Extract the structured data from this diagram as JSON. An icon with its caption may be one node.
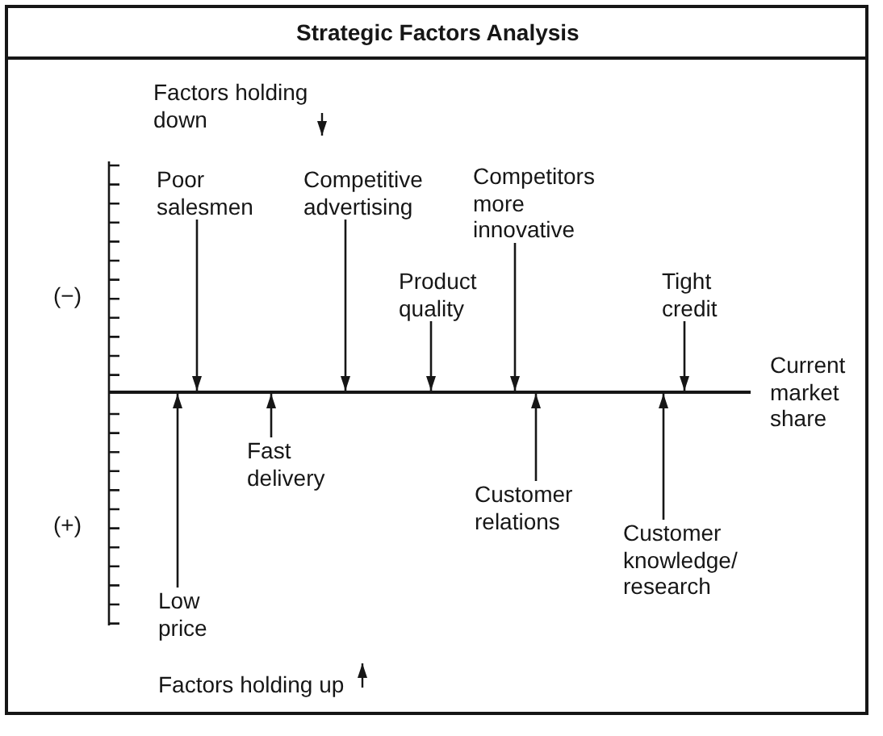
{
  "diagram": {
    "title": "Strategic Factors Analysis",
    "nodes": [
      {
        "text": [
          "Poor salesmen"
        ]
      },
      {
        "text": [
          "Competitive advertising"
        ]
      },
      {
        "text": [
          "Product quality"
        ]
      },
      {
        "text": [
          "Competitors more innovative"
        ]
      },
      {
        "text": [
          "Tight credit"
        ]
      },
      {
        "text": [],
        "shape": "line",
        "beside": [
          "Current market share"
        ]
      },
      {
        "text": [
          "Low price"
        ]
      },
      {
        "text": [
          "Fast delivery"
        ]
      },
      {
        "text": [
          "Customer relations"
        ]
      },
      {
        "text": [
          "Customer knowledge/ research"
        ]
      }
    ],
    "edges": [
      {
        "from": 0,
        "to": 5,
        "arrow": "to"
      },
      {
        "from": 1,
        "to": 5,
        "arrow": "to"
      },
      {
        "from": 2,
        "to": 5,
        "arrow": "to"
      },
      {
        "from": 3,
        "to": 5,
        "arrow": "to"
      },
      {
        "from": 4,
        "to": 5,
        "arrow": "to"
      },
      {
        "from": 6,
        "to": 5,
        "arrow": "to"
      },
      {
        "from": 7,
        "to": 5,
        "arrow": "to"
      },
      {
        "from": 8,
        "to": 5,
        "arrow": "to"
      },
      {
        "from": 9,
        "to": 5,
        "arrow": "to"
      }
    ],
    "labels": [
      "Factors holding down",
      "(−)",
      "(+)",
      "Factors holding up"
    ]
  }
}
